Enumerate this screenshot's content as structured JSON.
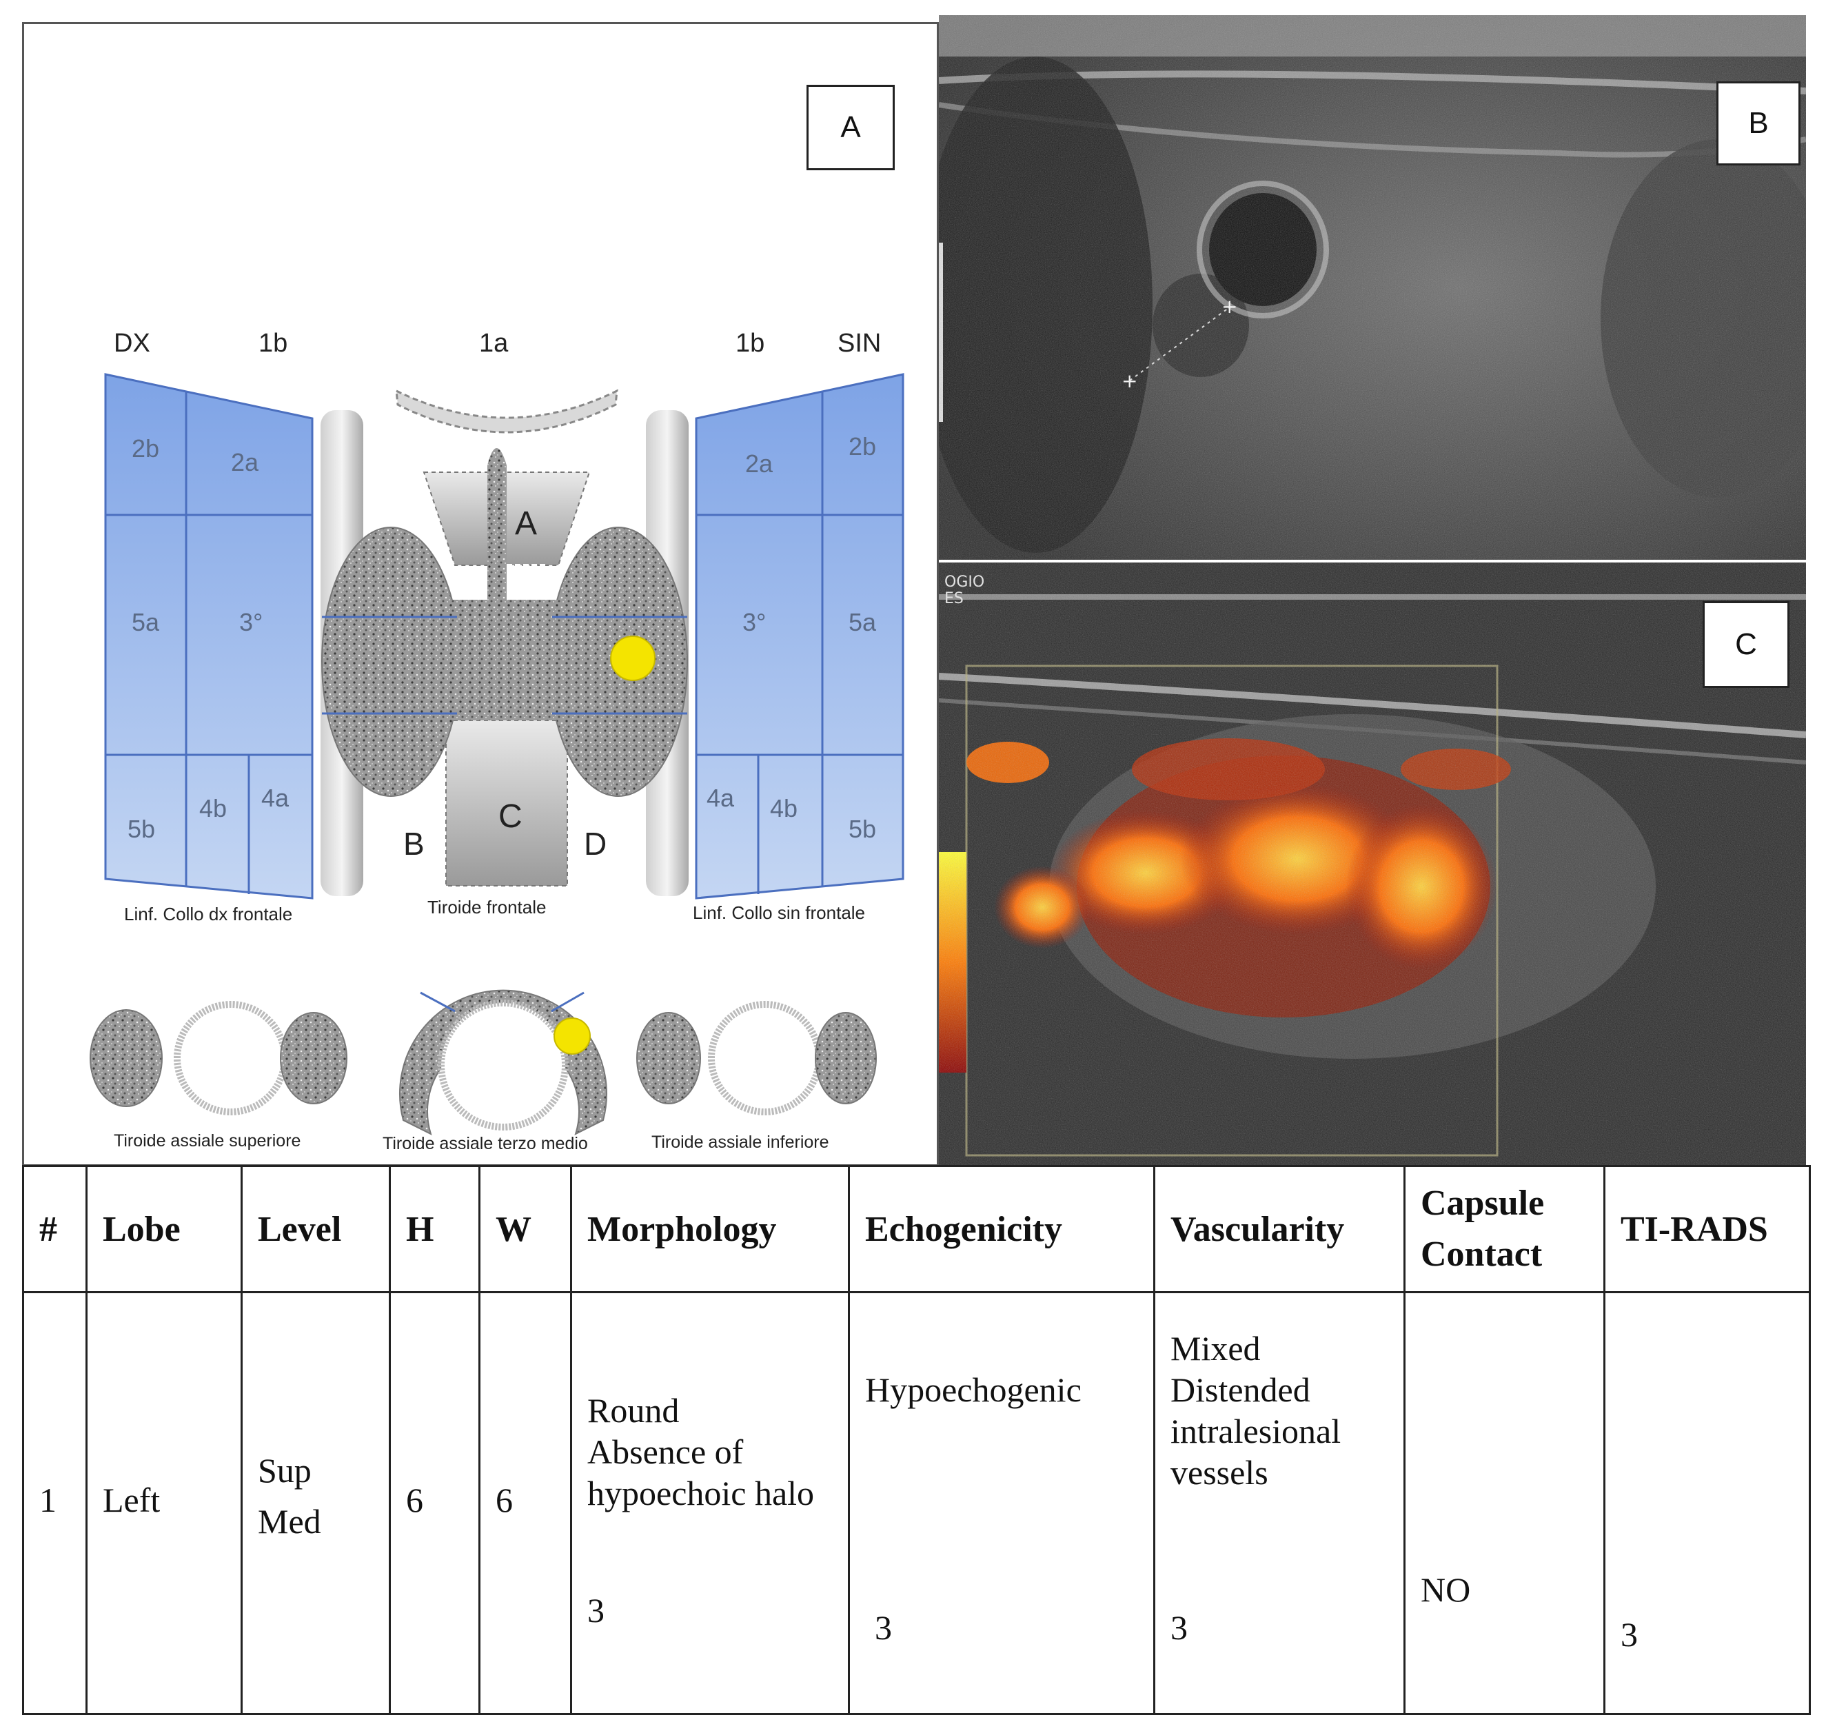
{
  "panel_a": {
    "label": "A",
    "header": {
      "dx": "DX",
      "one_b_left": "1b",
      "one_a": "1a",
      "one_b_right": "1b",
      "sin": "SIN"
    },
    "left_zones": {
      "z2b": "2b",
      "z2a": "2a",
      "z5a": "5a",
      "z3": "3°",
      "z5b": "5b",
      "z4b": "4b",
      "z4a": "4a"
    },
    "right_zones": {
      "z2a": "2a",
      "z2b": "2b",
      "z3": "3°",
      "z5a": "5a",
      "z4a": "4a",
      "z4b": "4b",
      "z5b": "5b"
    },
    "thyroid_letters": {
      "a": "A",
      "b": "B",
      "c": "C",
      "d": "D"
    },
    "captions": {
      "left_neck": "Linf. Collo dx frontale",
      "thyroid": "Tiroide frontale",
      "right_neck": "Linf. Collo sin frontale",
      "axial_sup": "Tiroide assiale superiore",
      "axial_mid": "Tiroide assiale terzo medio",
      "axial_inf": "Tiroide assiale inferiore"
    },
    "colors": {
      "zone_blue": "#8fb0ea",
      "zone_line": "#4b6fbf",
      "nodule": "#f4e400"
    }
  },
  "panel_b": {
    "label": "B"
  },
  "panel_c": {
    "label": "C",
    "corner_text": "OGIO\nES"
  },
  "table": {
    "headers": [
      "#",
      "Lobe",
      "Level",
      "H",
      "W",
      "Morphology",
      "Echogenicity",
      "Vascularity",
      "Capsule\nContact",
      "TI-RADS"
    ],
    "row": {
      "num": "1",
      "lobe": "Left",
      "level": "Sup\nMed",
      "h": "6",
      "w": "6",
      "morphology": "Round\n Absence of\nhypoechoic halo",
      "morphology_score": "3",
      "echogenicity": "Hypoechogenic",
      "echogenicity_score": "3",
      "vascularity": "Mixed\nDistended\nintralesional\nvessels",
      "vascularity_score": "3",
      "capsule": "NO",
      "tirads": "3"
    }
  }
}
